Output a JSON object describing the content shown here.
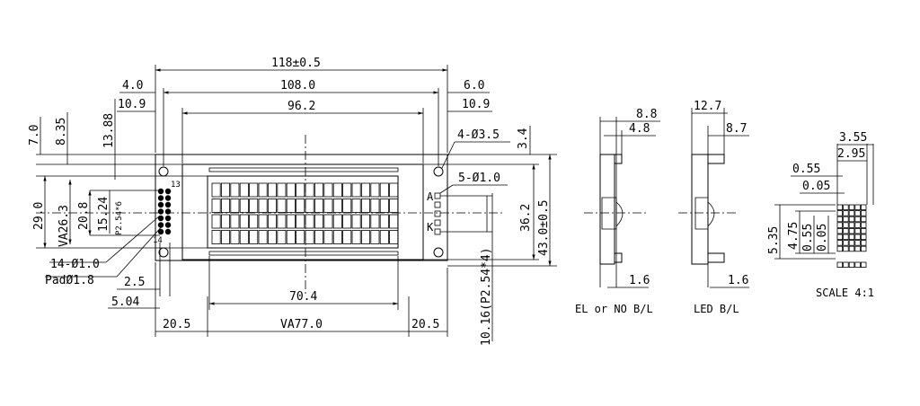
{
  "main_view": {
    "overall_width": "118±0.5",
    "hole_pitch_width": "108.0",
    "left_margin": "4.0",
    "right_margin": "6.0",
    "left_offset": "10.9",
    "right_offset": "10.9",
    "glass_width": "96.2",
    "dim_7_0": "7.0",
    "dim_8_35": "8.35",
    "dim_13_88": "13.88",
    "mount_holes": "4-Ø3.5",
    "dim_3_4": "3.4",
    "backlight_holes": "5-Ø1.0",
    "label_a": "A",
    "label_k": "K",
    "pin_14": "14",
    "pin_13": "13",
    "dim_29_0": "29.0",
    "va_26_3": "VA26.3",
    "dim_20_8": "20.8",
    "dim_15_24": "15.24",
    "pin_pitch": "P2.54*6",
    "dim_36_2": "36.2",
    "dim_43_0": "43.0±0.5",
    "pin_holes": "14-Ø1.0",
    "pad_size": "PadØ1.8",
    "dim_2_5": "2.5",
    "dim_5_04": "5.04",
    "dim_70_4": "70.4",
    "dim_20_5_left": "20.5",
    "va_77_0": "VA77.0",
    "dim_20_5_right": "20.5",
    "dim_10_16": "10.16(P2.54*4)"
  },
  "side_el": {
    "dim_8_8": "8.8",
    "dim_4_8": "4.8",
    "dim_1_6": "1.6",
    "caption": "EL or NO B/L"
  },
  "side_led": {
    "dim_12_7": "12.7",
    "dim_8_7": "8.7",
    "dim_1_6": "1.6",
    "caption": "LED B/L"
  },
  "char_detail": {
    "dim_3_55": "3.55",
    "dim_2_95": "2.95",
    "dim_0_55_top": "0.55",
    "dim_0_05_top": "0.05",
    "dim_5_35": "5.35",
    "dim_4_75": "4.75",
    "dim_0_55_side": "0.55",
    "dim_0_05_side": "0.05",
    "scale": "SCALE 4:1"
  }
}
